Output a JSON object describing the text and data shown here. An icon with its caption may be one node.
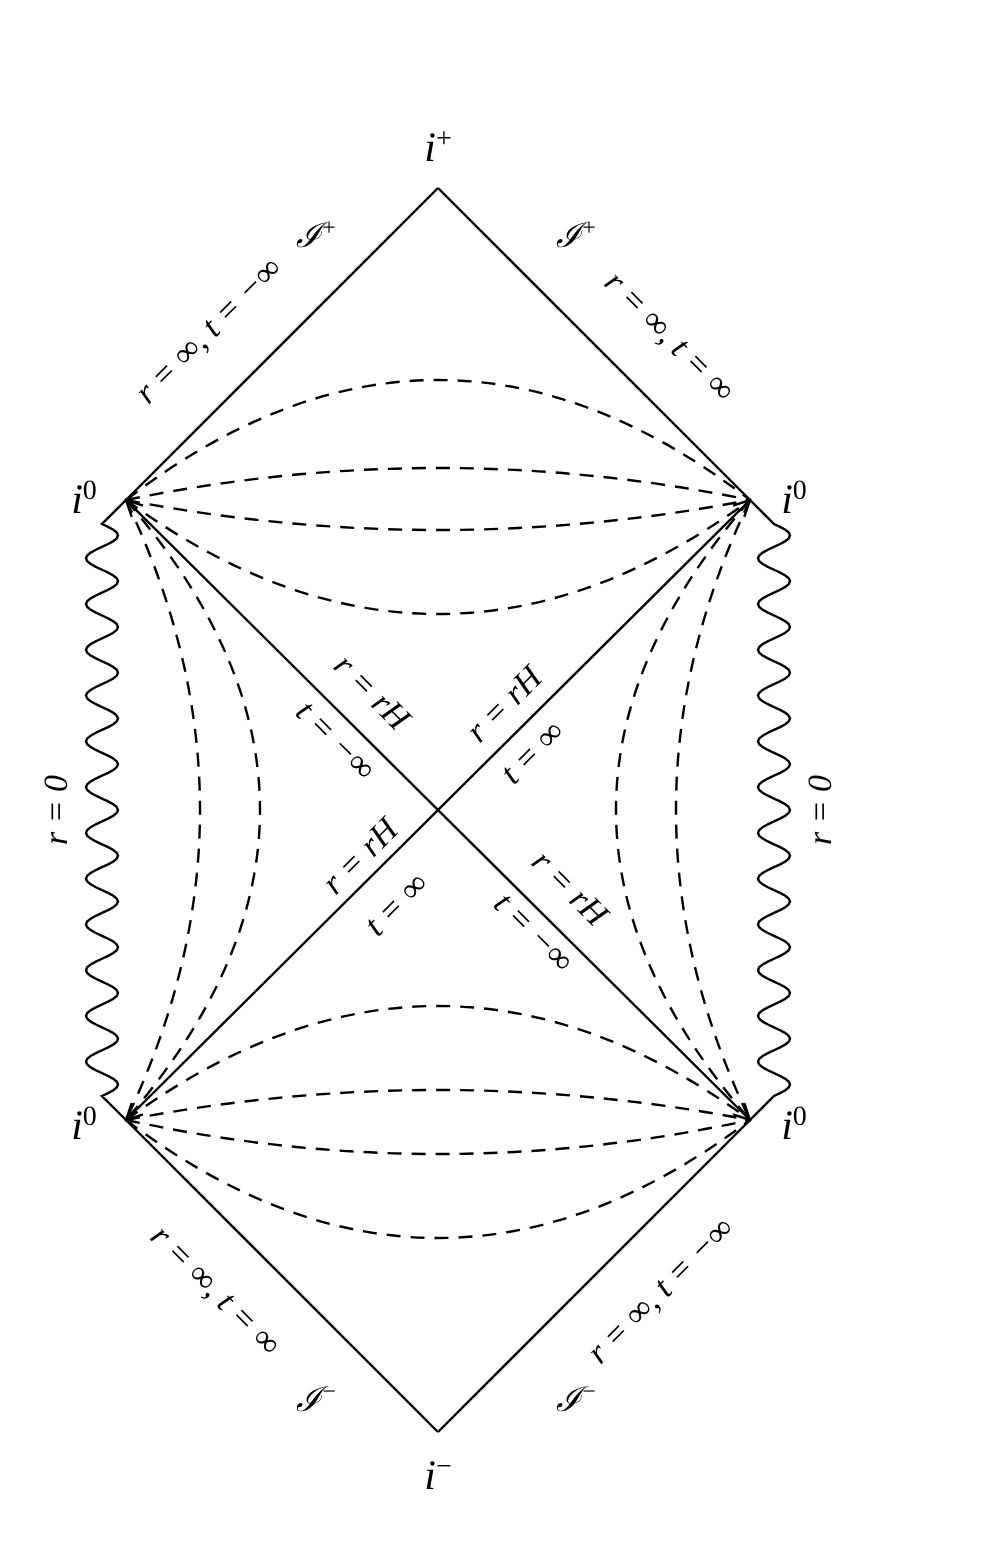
{
  "diagram": {
    "nodes": [
      {
        "text": [
          "i$^{+}$"
        ]
      },
      {
        "text": [
          "i$^{0}$"
        ]
      },
      {
        "text": [
          "i$^{0}$"
        ]
      },
      {
        "text": [
          "i$^{0}$"
        ]
      },
      {
        "text": [
          "i$^{0}$"
        ]
      },
      {
        "text": [
          "i$^{−}$"
        ]
      }
    ],
    "edges": [
      {
        "from": 1,
        "to": 0,
        "arrow": "none",
        "label": "r = ∞, t = −∞"
      },
      {
        "from": 2,
        "to": 0,
        "arrow": "none",
        "label": "r = ∞, t = ∞"
      },
      {
        "from": 1,
        "to": 3,
        "arrow": "none",
        "label": "r = 0"
      },
      {
        "from": 2,
        "to": 4,
        "arrow": "none",
        "label": "r = 0"
      },
      {
        "from": 1,
        "to": 4,
        "arrow": "both"
      },
      {
        "from": 3,
        "to": 2,
        "arrow": "both"
      },
      {
        "from": 3,
        "to": 5,
        "arrow": "none",
        "label": "r = ∞, t = ∞"
      },
      {
        "from": 4,
        "to": 5,
        "arrow": "none",
        "label": "r = ∞, t = −∞"
      },
      {
        "from": 1,
        "to": 2,
        "arrow": "none",
        "style": "dashed"
      },
      {
        "from": 1,
        "to": 2,
        "arrow": "none",
        "style": "dashed"
      },
      {
        "from": 1,
        "to": 2,
        "arrow": "none",
        "style": "dashed"
      },
      {
        "from": 1,
        "to": 2,
        "arrow": "none",
        "style": "dashed"
      },
      {
        "from": 1,
        "to": 3,
        "arrow": "none",
        "style": "dashed"
      },
      {
        "from": 1,
        "to": 3,
        "arrow": "none",
        "style": "dashed"
      },
      {
        "from": 2,
        "to": 4,
        "arrow": "none",
        "style": "dashed"
      },
      {
        "from": 2,
        "to": 4,
        "arrow": "none",
        "style": "dashed"
      },
      {
        "from": 3,
        "to": 4,
        "arrow": "none",
        "style": "dashed"
      },
      {
        "from": 3,
        "to": 4,
        "arrow": "none",
        "style": "dashed"
      },
      {
        "from": 3,
        "to": 4,
        "arrow": "none",
        "style": "dashed"
      },
      {
        "from": 3,
        "to": 4,
        "arrow": "none",
        "style": "dashed"
      }
    ],
    "labels": [
      "ℐ$^{+}$",
      "ℐ$^{+}$",
      "r = rH",
      "t = −∞",
      "r = rH",
      "t = ∞",
      "r = rH",
      "t = ∞",
      "r = rH",
      "t = −∞",
      "ℐ$^{−}$",
      "ℐ$^{−}$"
    ]
  }
}
